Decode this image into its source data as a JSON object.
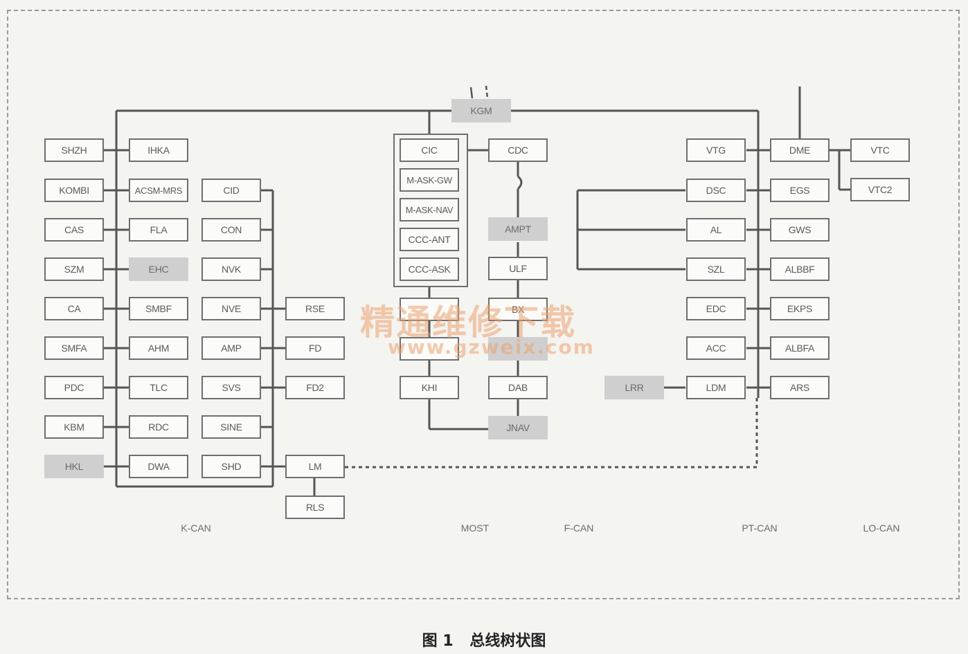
{
  "modules": [
    {
      "id": "SHZH",
      "label": "SHZH",
      "grey": false
    },
    {
      "id": "KOMBI",
      "label": "KOMBI",
      "grey": false
    },
    {
      "id": "CAS",
      "label": "CAS",
      "grey": false
    },
    {
      "id": "SZM",
      "label": "SZM",
      "grey": false
    },
    {
      "id": "CA",
      "label": "CA",
      "grey": false
    },
    {
      "id": "SMFA",
      "label": "SMFA",
      "grey": false
    },
    {
      "id": "PDC",
      "label": "PDC",
      "grey": false
    },
    {
      "id": "KBM",
      "label": "KBM",
      "grey": false
    },
    {
      "id": "HKL",
      "label": "HKL",
      "grey": true
    },
    {
      "id": "IHKA",
      "label": "IHKA",
      "grey": false
    },
    {
      "id": "ACSM",
      "label": "ACSM-MRS",
      "grey": false
    },
    {
      "id": "FLA",
      "label": "FLA",
      "grey": false
    },
    {
      "id": "EHC",
      "label": "EHC",
      "grey": true
    },
    {
      "id": "SMBF",
      "label": "SMBF",
      "grey": false
    },
    {
      "id": "AHM",
      "label": "AHM",
      "grey": false
    },
    {
      "id": "TLC",
      "label": "TLC",
      "grey": false
    },
    {
      "id": "RDC",
      "label": "RDC",
      "grey": false
    },
    {
      "id": "DWA",
      "label": "DWA",
      "grey": false
    },
    {
      "id": "CID",
      "label": "CID",
      "grey": false
    },
    {
      "id": "CON",
      "label": "CON",
      "grey": false
    },
    {
      "id": "NVK",
      "label": "NVK",
      "grey": false
    },
    {
      "id": "NVE",
      "label": "NVE",
      "grey": false
    },
    {
      "id": "AMP",
      "label": "AMP",
      "grey": false
    },
    {
      "id": "SVS",
      "label": "SVS",
      "grey": false
    },
    {
      "id": "SINE",
      "label": "SINE",
      "grey": false
    },
    {
      "id": "SHD",
      "label": "SHD",
      "grey": false
    },
    {
      "id": "RSE",
      "label": "RSE",
      "grey": false
    },
    {
      "id": "FD",
      "label": "FD",
      "grey": false
    },
    {
      "id": "FD2",
      "label": "FD2",
      "grey": false
    },
    {
      "id": "LM",
      "label": "LM",
      "grey": false
    },
    {
      "id": "RLS",
      "label": "RLS",
      "grey": false
    },
    {
      "id": "KGM",
      "label": "KGM",
      "grey": true
    },
    {
      "id": "CIC",
      "label": "CIC",
      "grey": false
    },
    {
      "id": "MASKGW",
      "label": "M-ASK-GW",
      "grey": false
    },
    {
      "id": "MASKNAV",
      "label": "M-ASK-NAV",
      "grey": false
    },
    {
      "id": "CCCANT",
      "label": "CCC-ANT",
      "grey": false
    },
    {
      "id": "CCCASK",
      "label": "CCC-ASK",
      "grey": false
    },
    {
      "id": "MIDA",
      "label": "",
      "grey": false
    },
    {
      "id": "MIDB",
      "label": "",
      "grey": false
    },
    {
      "id": "KHI",
      "label": "KHI",
      "grey": false
    },
    {
      "id": "CDC",
      "label": "CDC",
      "grey": false
    },
    {
      "id": "AMPT",
      "label": "AMPT",
      "grey": true
    },
    {
      "id": "ULF",
      "label": "ULF",
      "grey": false
    },
    {
      "id": "BX",
      "label": "BX",
      "grey": false
    },
    {
      "id": "RC2",
      "label": "",
      "grey": true
    },
    {
      "id": "DAB",
      "label": "DAB",
      "grey": false
    },
    {
      "id": "JNAV",
      "label": "JNAV",
      "grey": true
    },
    {
      "id": "VTG",
      "label": "VTG",
      "grey": false
    },
    {
      "id": "DSC",
      "label": "DSC",
      "grey": false
    },
    {
      "id": "AL",
      "label": "AL",
      "grey": false
    },
    {
      "id": "SZL",
      "label": "SZL",
      "grey": false
    },
    {
      "id": "EDC",
      "label": "EDC",
      "grey": false
    },
    {
      "id": "ACC",
      "label": "ACC",
      "grey": false
    },
    {
      "id": "LDM",
      "label": "LDM",
      "grey": false
    },
    {
      "id": "LRR",
      "label": "LRR",
      "grey": true
    },
    {
      "id": "DME",
      "label": "DME",
      "grey": false
    },
    {
      "id": "EGS",
      "label": "EGS",
      "grey": false
    },
    {
      "id": "GWS",
      "label": "GWS",
      "grey": false
    },
    {
      "id": "ALBBF",
      "label": "ALBBF",
      "grey": false
    },
    {
      "id": "EKPS",
      "label": "EKPS",
      "grey": false
    },
    {
      "id": "ALBFA",
      "label": "ALBFA",
      "grey": false
    },
    {
      "id": "ARS",
      "label": "ARS",
      "grey": false
    },
    {
      "id": "VTC",
      "label": "VTC",
      "grey": false
    },
    {
      "id": "VTC2",
      "label": "VTC2",
      "grey": false
    }
  ],
  "bus_labels": [
    "K-CAN",
    "MOST",
    "F-CAN",
    "PT-CAN",
    "LO-CAN"
  ],
  "watermark": {
    "cn": "精通维修下载",
    "url": "www.gzweix.com"
  },
  "caption": {
    "number": "图 1",
    "title": "总线树状图"
  },
  "colors": {
    "line": "#555555",
    "box_border": "#6e6e6e",
    "grey_fill": "#cfcfcf",
    "watermark": "#eca06e"
  }
}
